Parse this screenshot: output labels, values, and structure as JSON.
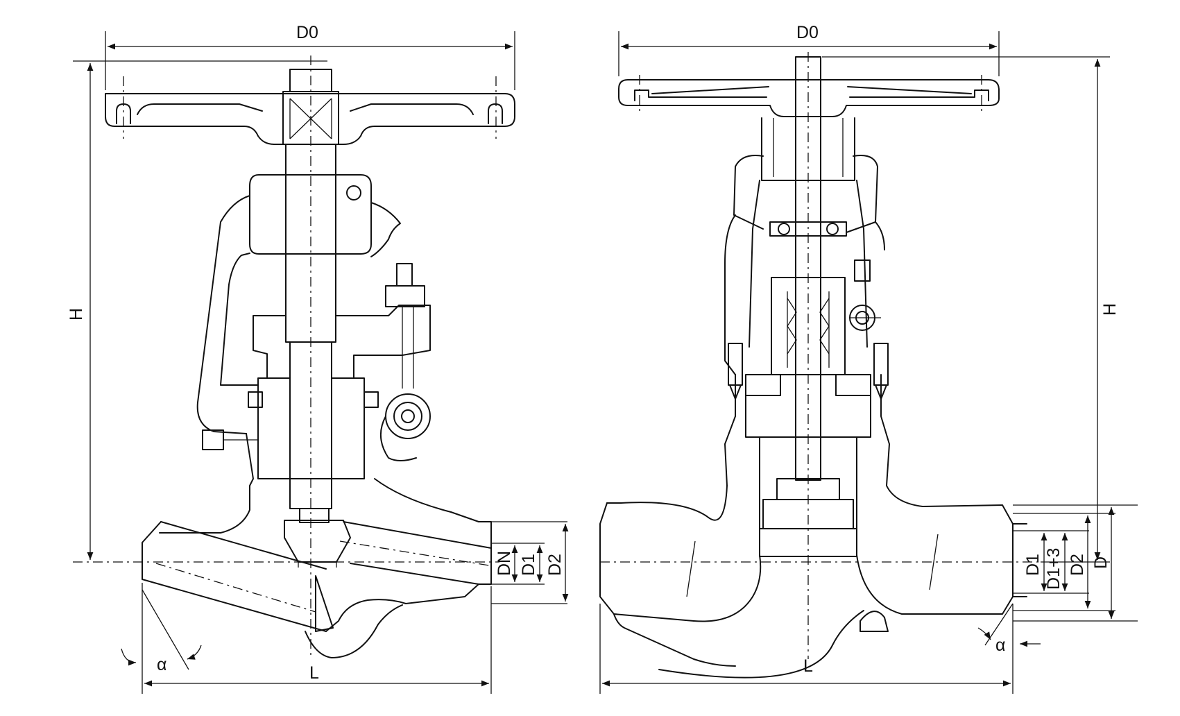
{
  "left_view": {
    "labels": {
      "d0": "D0",
      "h": "H",
      "l": "L",
      "alpha": "α",
      "dn": "DN",
      "d1": "D1",
      "d2": "D2"
    }
  },
  "right_view": {
    "labels": {
      "d0": "D0",
      "h": "H",
      "l": "L",
      "alpha": "α",
      "d1": "D1",
      "d1p3": "D1+3",
      "d2": "D2",
      "d": "D"
    }
  },
  "colors": {
    "line": "#111111",
    "background": "#ffffff"
  }
}
